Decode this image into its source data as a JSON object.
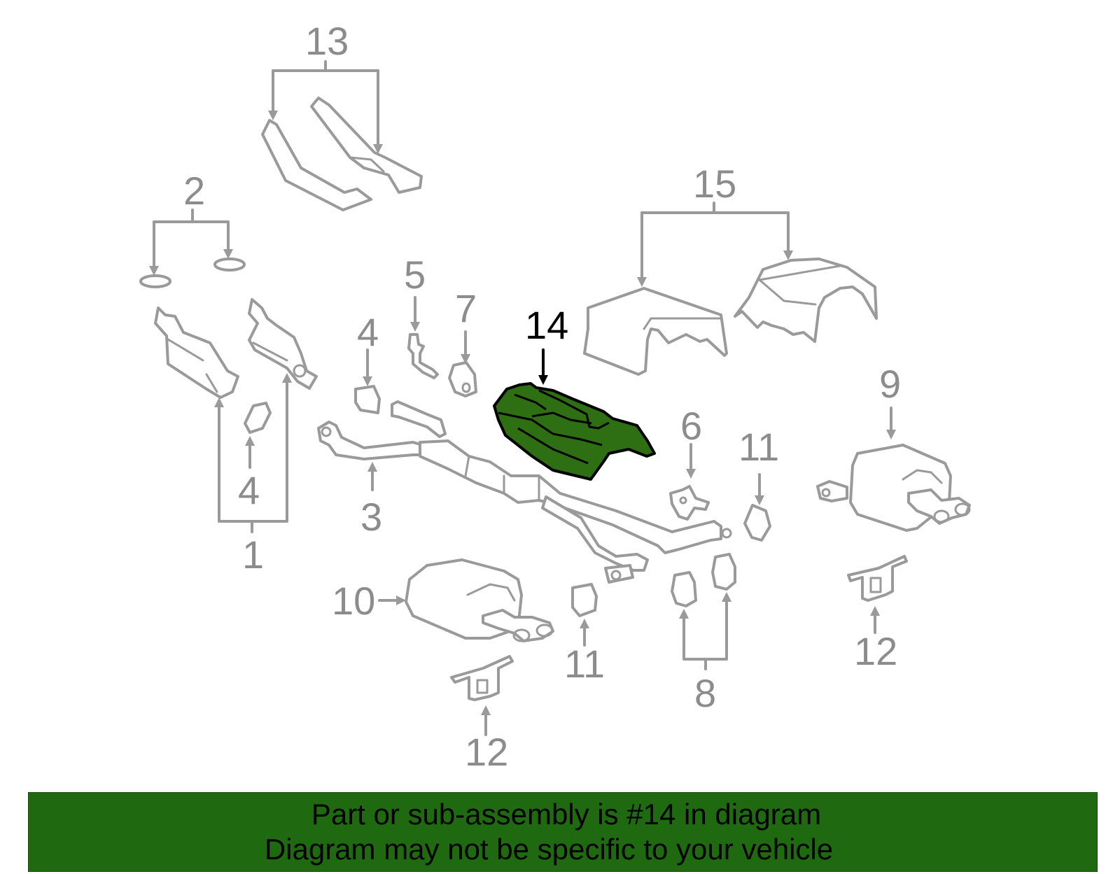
{
  "diagram": {
    "highlight_color": "#2e6f14",
    "line_color": "#9a9a9a",
    "active_callout": "14",
    "callouts": {
      "c1": "1",
      "c2": "2",
      "c3": "3",
      "c4a": "4",
      "c4b": "4",
      "c5": "5",
      "c6": "6",
      "c7": "7",
      "c8": "8",
      "c9": "9",
      "c10": "10",
      "c11a": "11",
      "c11b": "11",
      "c12a": "12",
      "c12b": "12",
      "c13": "13",
      "c14": "14",
      "c15": "15"
    }
  },
  "banner": {
    "color": "#1f6a10",
    "line1": "Part or sub-assembly is #14 in diagram",
    "line2": "Diagram may not be specific to your vehicle"
  }
}
